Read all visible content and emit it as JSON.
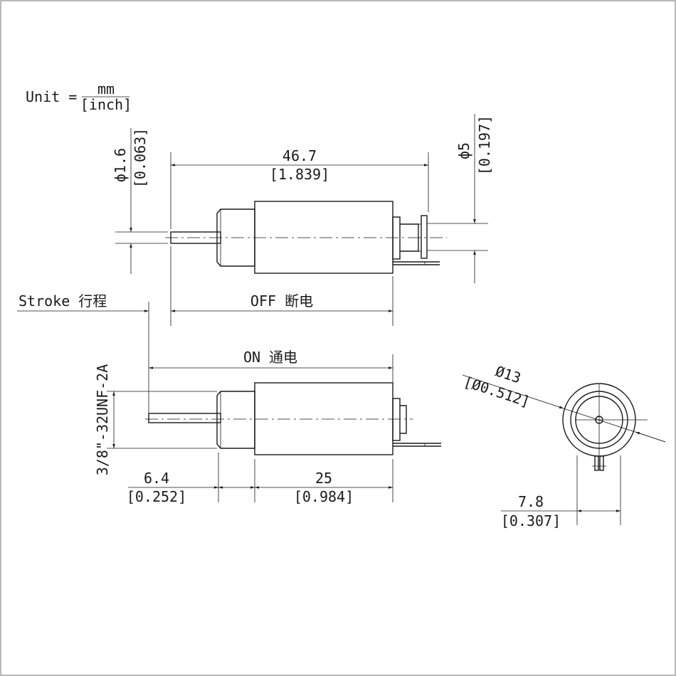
{
  "unit": {
    "label": "Unit =",
    "numerator": "mm",
    "denominator": "[inch]"
  },
  "dims": {
    "length": {
      "mm": "46.7",
      "inch": "[1.839]"
    },
    "plunger_dia": {
      "mm": "ϕ1.6",
      "inch": "[0.063]"
    },
    "head_dia": {
      "mm": "ϕ5",
      "inch": "[0.197]"
    },
    "thread": {
      "mm": "3/8\"-32UNF-2A"
    },
    "thread_len": {
      "mm": "6.4",
      "inch": "[0.252]"
    },
    "body_len": {
      "mm": "25",
      "inch": "[0.984]"
    },
    "body_dia": {
      "mm": "Ø13",
      "inch": "[Ø0.512]"
    },
    "offset": {
      "mm": "7.8",
      "inch": "[0.307]"
    }
  },
  "labels": {
    "stroke": "Stroke 行程",
    "off": "OFF 断电",
    "on": "ON 通电"
  }
}
